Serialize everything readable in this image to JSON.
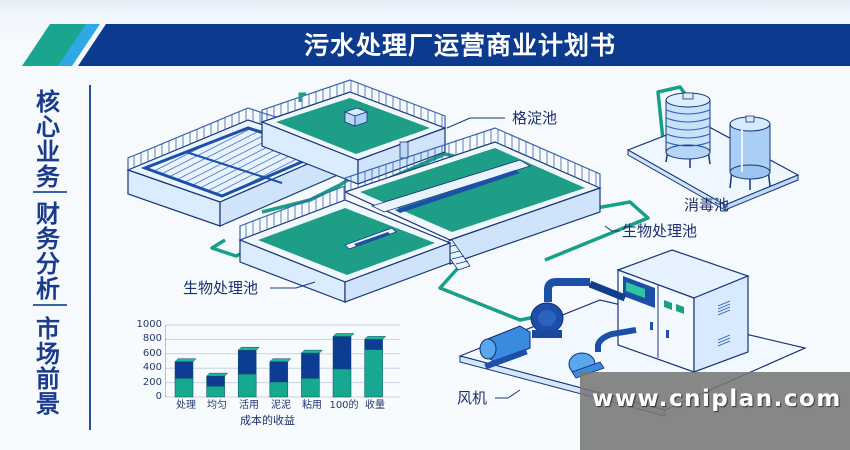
{
  "header": {
    "title": "污水处理厂运营商业计划书",
    "stripe_colors": [
      "#1aa58e",
      "#2fa9e6",
      "#0b3a8f"
    ]
  },
  "side_nav": {
    "items": [
      {
        "label": "核心业务",
        "chars": [
          "核",
          "心",
          "业",
          "务"
        ]
      },
      {
        "label": "财务分析",
        "chars": [
          "财",
          "务",
          "分",
          "析"
        ]
      },
      {
        "label": "市场前景",
        "chars": [
          "市",
          "场",
          "前",
          "景"
        ]
      }
    ]
  },
  "diagram": {
    "callouts": {
      "grit_tank": "格淀池",
      "disinfection_tank": "消毒池",
      "bio_tank_right": "生物处理池",
      "bio_tank_left": "生物处理池",
      "blower": "风机"
    },
    "colors": {
      "water": "#1e9e86",
      "structure": "#dcefff",
      "outline": "#16357a",
      "pipe": "#17a088",
      "pump": "#1c4fa8"
    }
  },
  "chart_data": {
    "type": "bar",
    "stacked": true,
    "title": "",
    "xlabel": "成本的收益",
    "ylabel": "",
    "ylim": [
      0,
      1000
    ],
    "yticks": [
      "1000",
      "800",
      "600",
      "400",
      "200",
      "0"
    ],
    "categories": [
      "处理",
      "均匀",
      "活用",
      "泥泥",
      "粘用",
      "100的",
      "收量"
    ],
    "series": [
      {
        "name": "bottom",
        "color": "#17a890",
        "values": [
          260,
          150,
          320,
          210,
          260,
          390,
          660
        ]
      },
      {
        "name": "top",
        "color": "#0d3d92",
        "values": [
          230,
          140,
          330,
          280,
          350,
          450,
          140
        ]
      }
    ],
    "totals": [
      490,
      290,
      650,
      490,
      610,
      840,
      800
    ],
    "grid": true
  },
  "watermark": {
    "text": "www.cniplan.com"
  }
}
